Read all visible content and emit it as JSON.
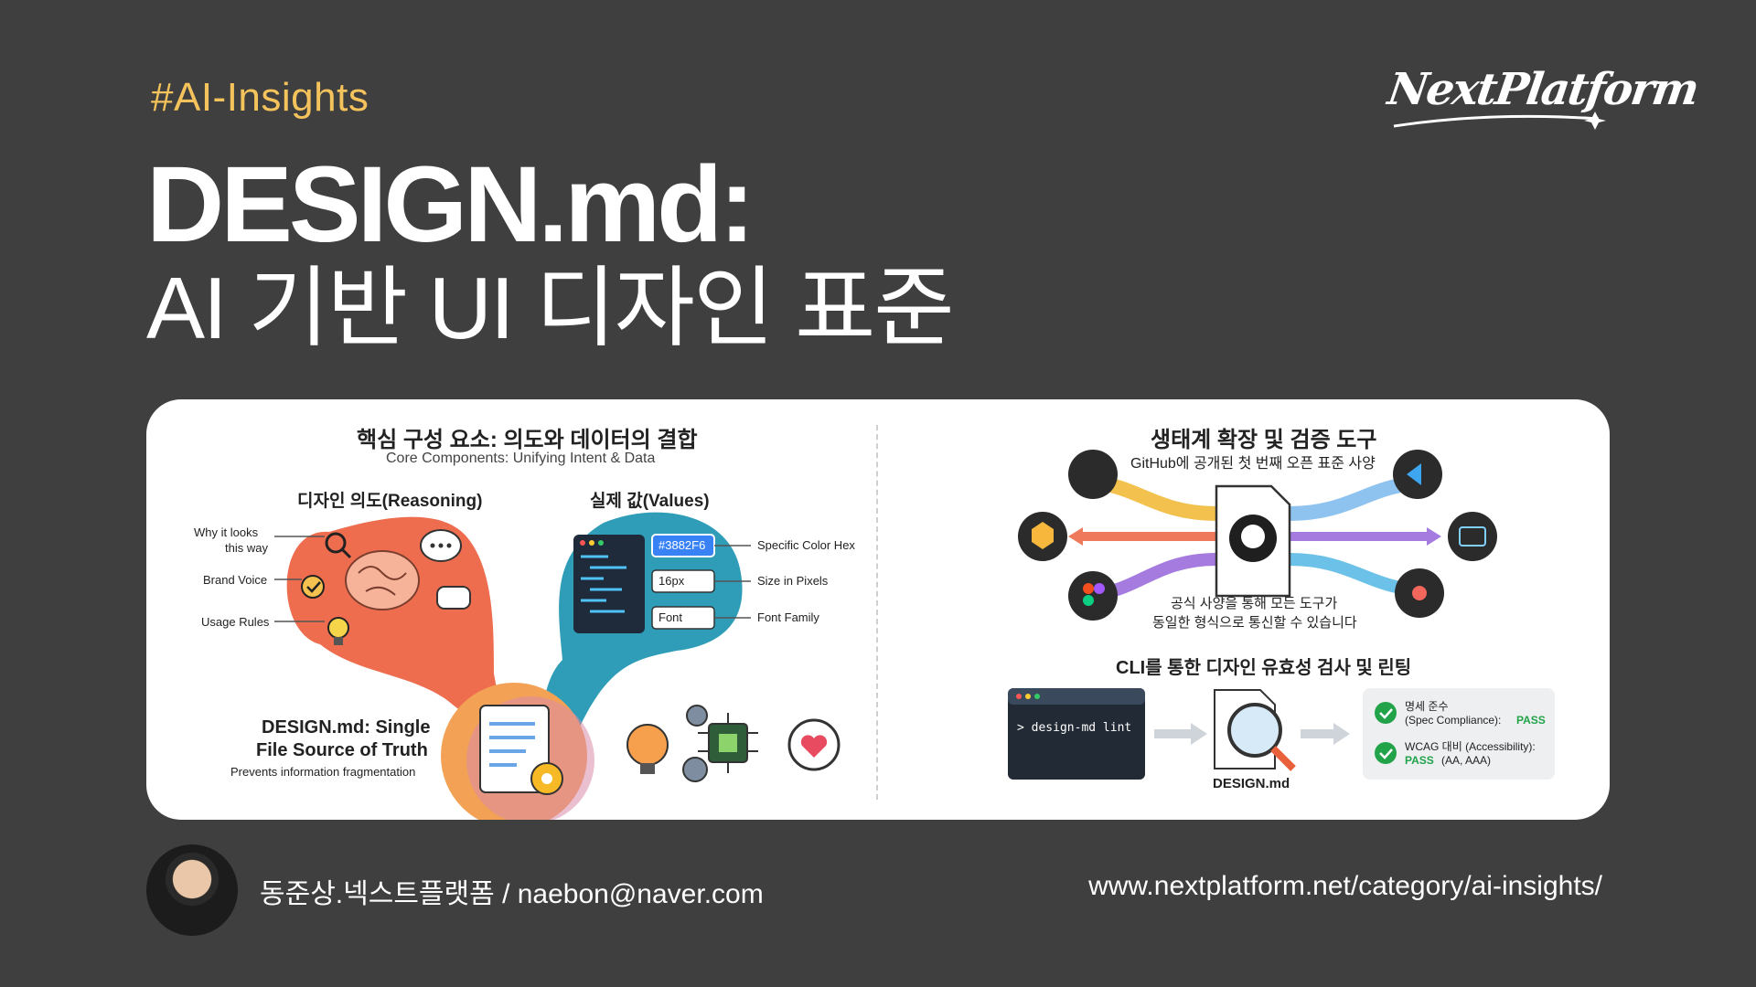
{
  "header": {
    "hashtag": "#AI-Insights",
    "brand": "NextPlatform",
    "title_line1": "DESIGN.md:",
    "title_line2": "AI 기반 UI 디자인 표준"
  },
  "left_panel": {
    "heading": "핵심 구성 요소: 의도와 데이터의 결합",
    "subheading": "Core Components: Unifying Intent & Data",
    "reasoning_label": "디자인 의도(Reasoning)",
    "values_label": "실제 값(Values)",
    "reasoning_items": [
      "Why it looks",
      "this way",
      "Brand Voice",
      "Usage Rules"
    ],
    "value_chips": [
      "#3882F6",
      "16px",
      "Font"
    ],
    "value_items": [
      "Specific Color Hex",
      "Size in Pixels",
      "Font Family"
    ],
    "sot_title_1": "DESIGN.md: Single",
    "sot_title_2": "File Source of Truth",
    "sot_sub": "Prevents information fragmentation"
  },
  "right_panel": {
    "heading": "생태계 확장 및 검증 도구",
    "subheading": "GitHub에 공개된 첫 번째 오픈 표준 사양",
    "center_text_1": "공식 사양을 통해 모든 도구가",
    "center_text_2": "동일한 형식으로 통신할 수 있습니다",
    "cli_heading": "CLI를 통한 디자인 유효성 검사 및 린팅",
    "terminal_cmd": "> design-md lint",
    "file_label": "DESIGN.md",
    "check1_line1": "명세 준수",
    "check1_line2": "(Spec Compliance):",
    "check1_pass": "PASS",
    "check2_line1": "WCAG 대비 (Accessibility):",
    "check2_pass": "PASS",
    "check2_levels": "(AA, AAA)"
  },
  "footer": {
    "author": "동준상.넥스트플랫폼 / naebon@naver.com",
    "url": "www.nextplatform.net/category/ai-insights/"
  },
  "colors": {
    "background": "#3f3f3f",
    "hashtag": "#f4c35b",
    "reasoning": "#ee6d4f",
    "values": "#2f9db8",
    "pass": "#22a34a",
    "chip": "#3882f6"
  }
}
